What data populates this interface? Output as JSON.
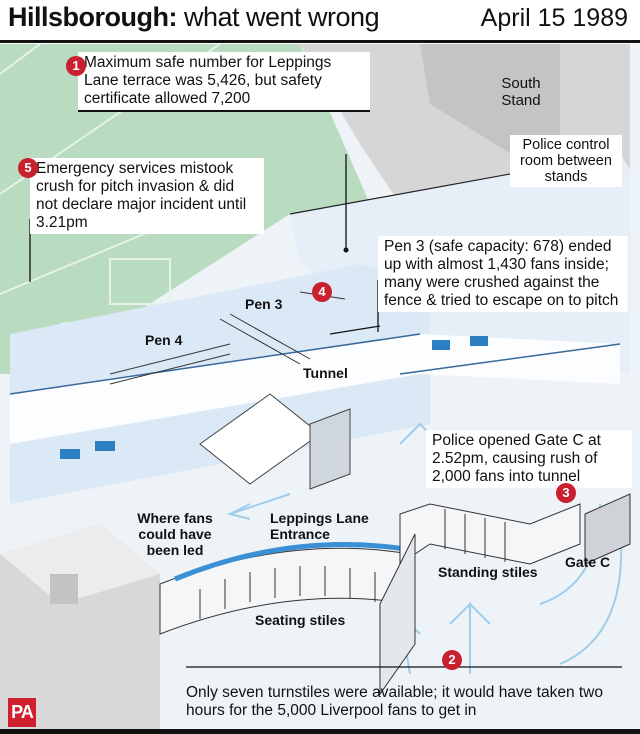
{
  "header": {
    "title_bold": "Hillsborough:",
    "title_rest": " what went wrong",
    "date": "April 15 1989"
  },
  "callouts": [
    {
      "number": "1",
      "text": "Maximum safe number for Leppings Lane terrace was 5,426, but safety certificate allowed 7,200"
    },
    {
      "number": "2",
      "text": "Only seven turnstiles were available; it would have taken two hours for the 5,000 Liverpool fans to get in"
    },
    {
      "number": "3",
      "text": "Police opened Gate C at 2.52pm, causing rush of 2,000 fans into tunnel"
    },
    {
      "number": "4",
      "text": "Pen 3 (safe capacity: 678) ended up with almost 1,430 fans inside; many were crushed against the fence & tried to escape on to pitch"
    },
    {
      "number": "5",
      "text": "Emergency services mistook crush for pitch invasion & did not declare major incident until 3.21pm"
    }
  ],
  "labels": {
    "south_stand": "South Stand",
    "police_control": "Police control room between stands",
    "pen3": "Pen 3",
    "pen4": "Pen 4",
    "tunnel": "Tunnel",
    "where_fans": "Where fans could have been led",
    "leppings": "Leppings Lane Entrance",
    "gate_c": "Gate C",
    "standing_stiles": "Standing stiles",
    "seating_stiles": "Seating stiles"
  },
  "logo": "PA",
  "colors": {
    "pitch": "#b9dcc0",
    "accent_red": "#c8202f",
    "stand_blue": "#dbe9f7",
    "arrow_blue": "#9fcdea"
  }
}
